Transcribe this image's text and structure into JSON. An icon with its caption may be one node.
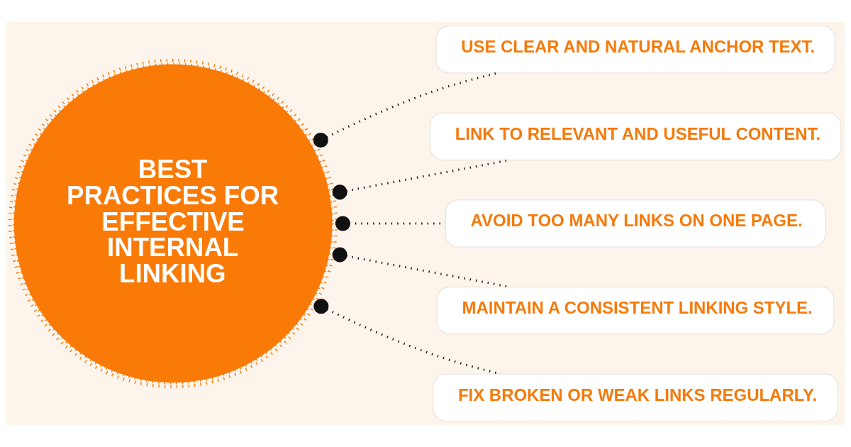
{
  "diagram": {
    "nodes": [
      {
        "text": [
          "BEST PRACTICES FOR EFFECTIVE INTERNAL LINKING"
        ]
      },
      {
        "text": [
          "USE CLEAR AND NATURAL ANCHOR TEXT."
        ]
      },
      {
        "text": [
          "LINK TO RELEVANT AND USEFUL CONTENT."
        ]
      },
      {
        "text": [
          "AVOID TOO MANY LINKS ON ONE PAGE."
        ]
      },
      {
        "text": [
          "MAINTAIN A CONSISTENT LINKING STYLE."
        ]
      },
      {
        "text": [
          "FIX BROKEN OR WEAK LINKS REGULARLY."
        ]
      }
    ],
    "edges": [
      {
        "from": 0,
        "to": 1,
        "arrow": "other",
        "style": "dashed"
      },
      {
        "from": 0,
        "to": 2,
        "arrow": "other",
        "style": "dashed"
      },
      {
        "from": 0,
        "to": 3,
        "arrow": "other",
        "style": "dashed"
      },
      {
        "from": 0,
        "to": 4,
        "arrow": "other",
        "style": "dashed"
      },
      {
        "from": 0,
        "to": 5,
        "arrow": "other",
        "style": "dashed"
      }
    ]
  }
}
